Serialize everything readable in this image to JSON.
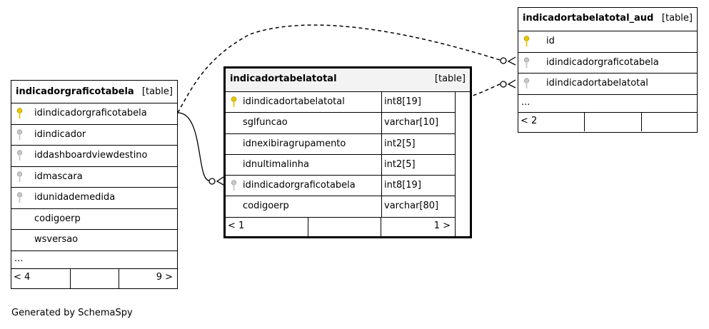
{
  "tables": {
    "t1": {
      "name": "indicadorgraficotabela",
      "kind": "[table]",
      "rows": [
        "idindicadorgraficotabela",
        "idindicador",
        "iddashboardviewdestino",
        "idmascara",
        "idunidademedida",
        "codigoerp",
        "wsversao"
      ],
      "more": "...",
      "footer_left": "< 4",
      "footer_right": "9 >"
    },
    "t2": {
      "name": "indicadortabelatotal",
      "kind": "[table]",
      "rows": [
        "idindicadortabelatotal",
        "sglfuncao",
        "idnexibiragrupamento",
        "idnultimalinha",
        "idindicadorgraficotabela",
        "codigoerp"
      ],
      "types": [
        "int8[19]",
        "varchar[10]",
        "int2[5]",
        "int2[5]",
        "int8[19]",
        "varchar[80]"
      ],
      "footer_left": "< 1",
      "footer_right": "1 >"
    },
    "t3": {
      "name": "indicadortabelatotal_aud",
      "kind": "[table]",
      "rows": [
        "id",
        "idindicadorgraficotabela",
        "idindicadortabelatotal"
      ],
      "more": "...",
      "footer_left": "< 2"
    }
  },
  "icons": {
    "primary_key": "key-icon-yellow",
    "foreign_key": "key-icon-gray",
    "pk_color": "#e6c800",
    "fk_color": "#b0b0b0"
  },
  "footer": "Generated by SchemaSpy"
}
